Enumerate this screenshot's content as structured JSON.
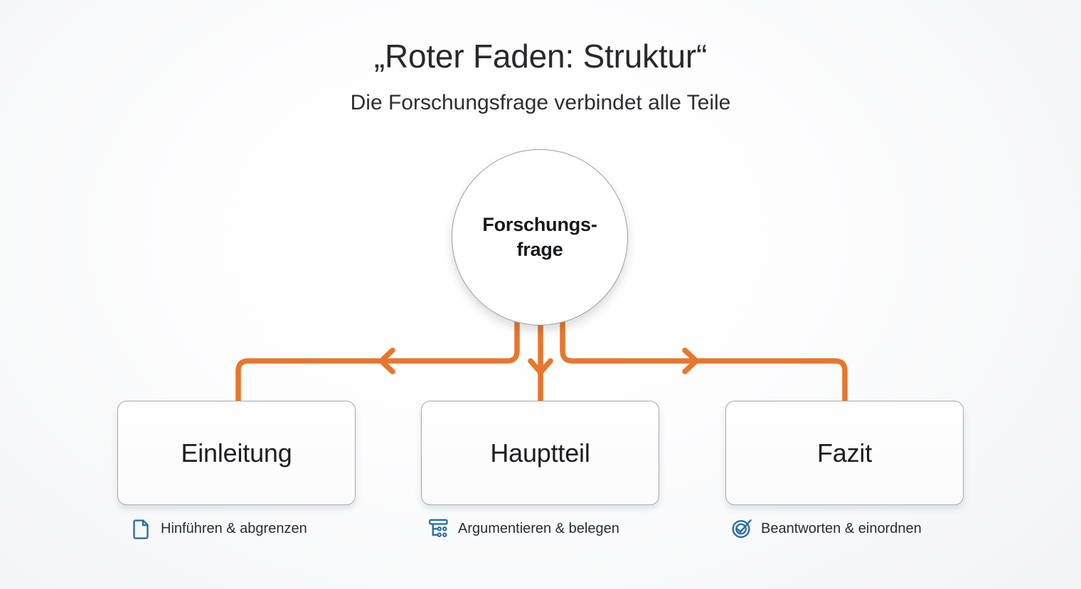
{
  "header": {
    "title": "„Roter Faden: Struktur“",
    "subtitle": "Die Forschungsfrage verbindet alle Teile"
  },
  "hub": {
    "label": "Forschungs-\nfrage",
    "line1": "Forschungs-",
    "line2": "frage"
  },
  "nodes": [
    {
      "label": "Einleitung"
    },
    {
      "label": "Hauptteil"
    },
    {
      "label": "Fazit"
    }
  ],
  "captions": [
    {
      "icon": "document-icon",
      "text": "Hinführen & abgrenzen"
    },
    {
      "icon": "hierarchy-icon",
      "text": "Argumentieren & belegen"
    },
    {
      "icon": "target-check-icon",
      "text": "Beantworten & einordnen"
    }
  ],
  "colors": {
    "connector": "#E8762C",
    "icon_blue": "#2B6CA8",
    "text": "#1c1e20",
    "background": "#f7f8f9",
    "box_border": "#a7aaad"
  },
  "diagram_data": {
    "type": "hierarchy",
    "center": "Forschungsfrage",
    "branches": [
      "Einleitung",
      "Hauptteil",
      "Fazit"
    ],
    "edge_directions": [
      "left",
      "down",
      "right"
    ]
  }
}
